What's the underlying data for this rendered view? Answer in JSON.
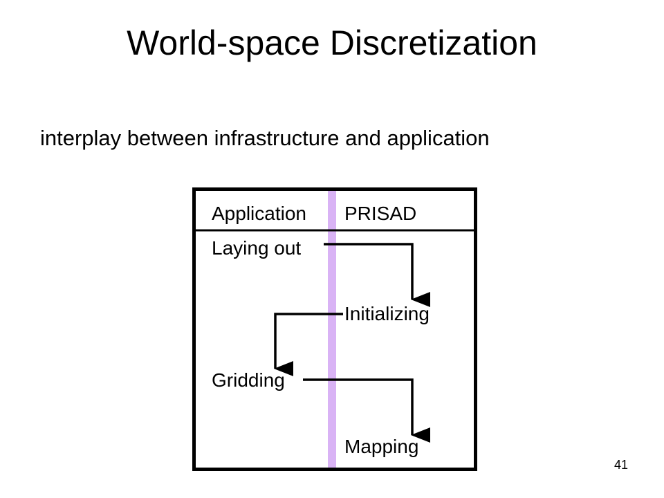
{
  "slide": {
    "title": "World-space Discretization",
    "subtitle": "interplay between infrastructure and application",
    "page_number": "41"
  },
  "diagram": {
    "columns": {
      "left": "Application",
      "right": "PRISAD"
    },
    "steps": {
      "laying_out": "Laying out",
      "initializing": "Initializing",
      "gridding": "Gridding",
      "mapping": "Mapping"
    },
    "colors": {
      "divider": "#d9b3f5",
      "border": "#000000"
    }
  }
}
